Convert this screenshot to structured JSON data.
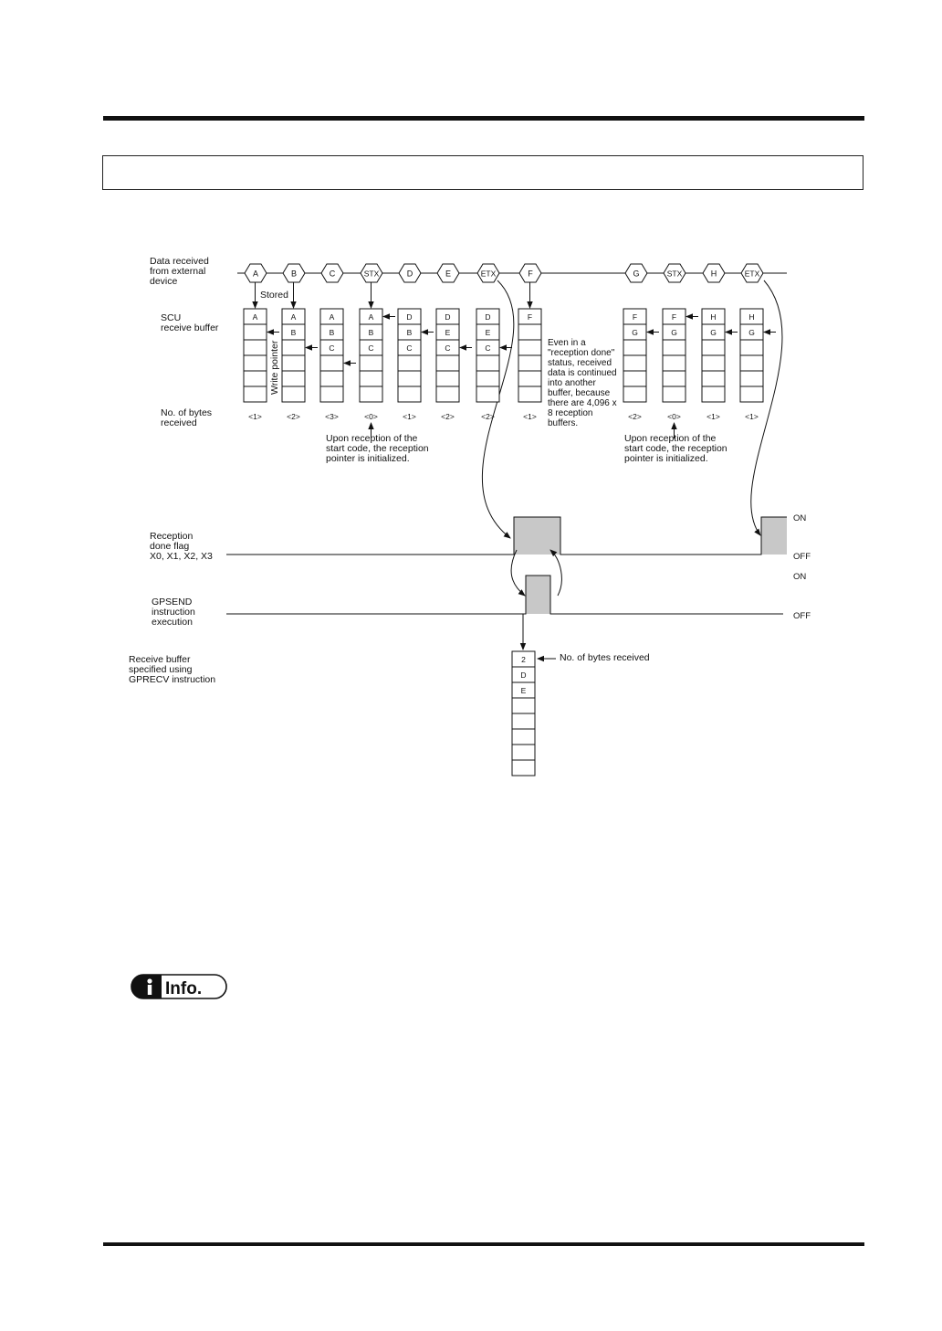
{
  "labels": {
    "data_received": [
      "Data received",
      "from external",
      "device"
    ],
    "stored": "Stored",
    "scu_buffer": [
      "SCU",
      "receive buffer"
    ],
    "write_pointer": "Write pointer",
    "bytes_received": [
      "No. of bytes",
      "received"
    ],
    "note_init_1": [
      "Upon reception of the",
      "start code, the reception",
      "pointer is initialized."
    ],
    "note_init_2": [
      "Upon reception of the",
      "start code, the reception",
      "pointer is initialized."
    ],
    "note_reception_done": [
      "Even in a",
      "\"reception done\"",
      "status, received",
      "data is continued",
      "into another",
      "buffer, because",
      "there are 4,096 x",
      "8 reception",
      "buffers."
    ],
    "reception_flag": [
      "Reception",
      "done flag",
      "X0, X1, X2, X3"
    ],
    "gpsend": [
      "GPSEND",
      "instruction",
      "execution"
    ],
    "gprecv_buffer": [
      "Receive buffer",
      "specified using",
      "GPRECV instruction"
    ],
    "gprecv_bytes": "No. of bytes received",
    "on": "ON",
    "off": "OFF"
  },
  "stream": [
    "A",
    "B",
    "C",
    "STX",
    "D",
    "E",
    "ETX",
    "F",
    "G",
    "STX",
    "H",
    "ETX"
  ],
  "buffers": [
    {
      "cells": [
        "A",
        "",
        "",
        "",
        "",
        ""
      ],
      "count": "<1>"
    },
    {
      "cells": [
        "A",
        "B",
        "",
        "",
        "",
        ""
      ],
      "count": "<2>"
    },
    {
      "cells": [
        "A",
        "B",
        "C",
        "",
        "",
        ""
      ],
      "count": "<3>"
    },
    {
      "cells": [
        "A",
        "B",
        "C",
        "",
        "",
        ""
      ],
      "count": "<0>"
    },
    {
      "cells": [
        "D",
        "B",
        "C",
        "",
        "",
        ""
      ],
      "count": "<1>"
    },
    {
      "cells": [
        "D",
        "E",
        "C",
        "",
        "",
        ""
      ],
      "count": "<2>"
    },
    {
      "cells": [
        "D",
        "E",
        "C",
        "",
        "",
        ""
      ],
      "count": "<2>"
    },
    {
      "cells": [
        "F",
        "",
        "",
        "",
        "",
        ""
      ],
      "count": "<1>"
    },
    {
      "cells": [
        "F",
        "G",
        "",
        "",
        "",
        ""
      ],
      "count": "<2>"
    },
    {
      "cells": [
        "F",
        "G",
        "",
        "",
        "",
        ""
      ],
      "count": "<0>"
    },
    {
      "cells": [
        "H",
        "G",
        "",
        "",
        "",
        ""
      ],
      "count": "<1>"
    },
    {
      "cells": [
        "H",
        "G",
        "",
        "",
        "",
        ""
      ],
      "count": "<1>"
    }
  ],
  "gprecv_cells": [
    "2",
    "D",
    "E",
    "",
    "",
    "",
    "",
    ""
  ],
  "info_label": "Info."
}
